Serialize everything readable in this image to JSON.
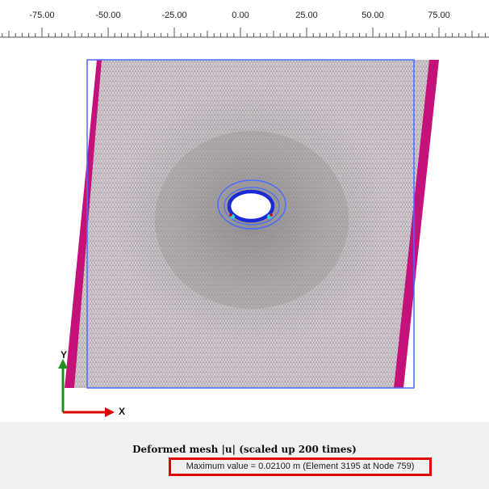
{
  "ruler": {
    "ticks": [
      {
        "label": "-75.00"
      },
      {
        "label": "-50.00"
      },
      {
        "label": "-25.00"
      },
      {
        "label": "0.00"
      },
      {
        "label": "25.00"
      },
      {
        "label": "50.00"
      },
      {
        "label": "75.00"
      }
    ]
  },
  "axes": {
    "y_label": "Y",
    "x_label": "X"
  },
  "footer": {
    "title": "Deformed mesh |u| (scaled up 200 times)",
    "max_value": "Maximum value = 0.02100 m (Element 3195 at Node 759)"
  },
  "colors": {
    "mesh_fill": "#d9cfd6",
    "mesh_line": "#8a8a8a",
    "boundary": "#c4127a",
    "outline": "#4a6cff",
    "tunnel": "#1a2bd6",
    "highlight": "#e00000",
    "x_axis": "#e00000",
    "y_axis": "#1f8f1f"
  }
}
